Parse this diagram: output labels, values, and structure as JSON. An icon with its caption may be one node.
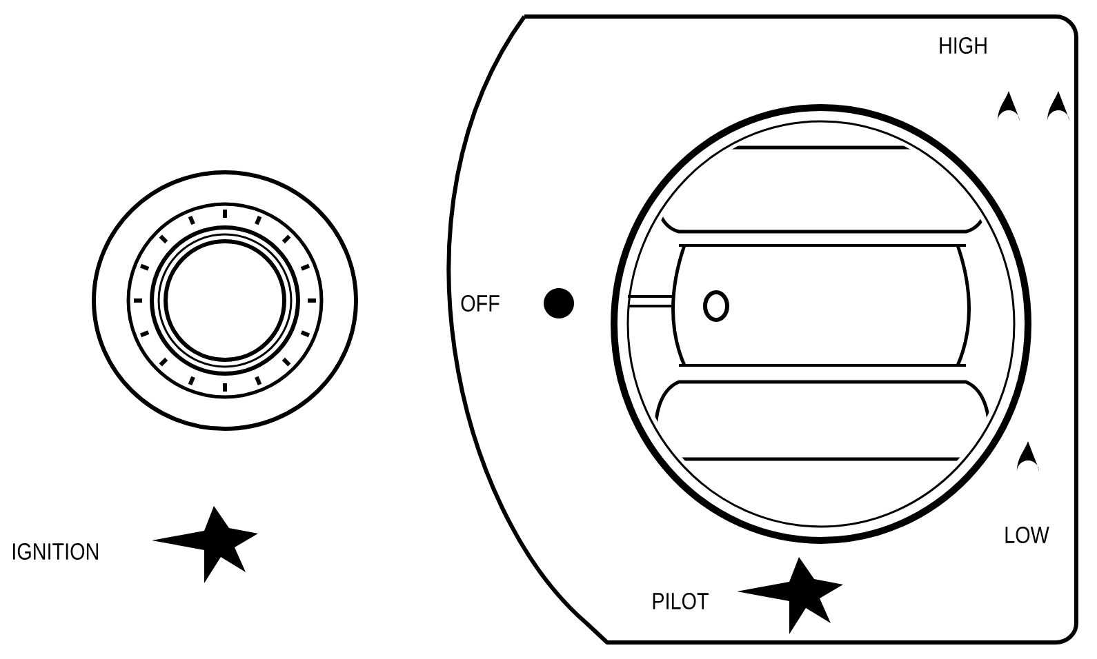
{
  "diagram": {
    "labels": [
      "HIGH",
      "OFF",
      "LOW",
      "IGNITION",
      "PILOT"
    ]
  }
}
